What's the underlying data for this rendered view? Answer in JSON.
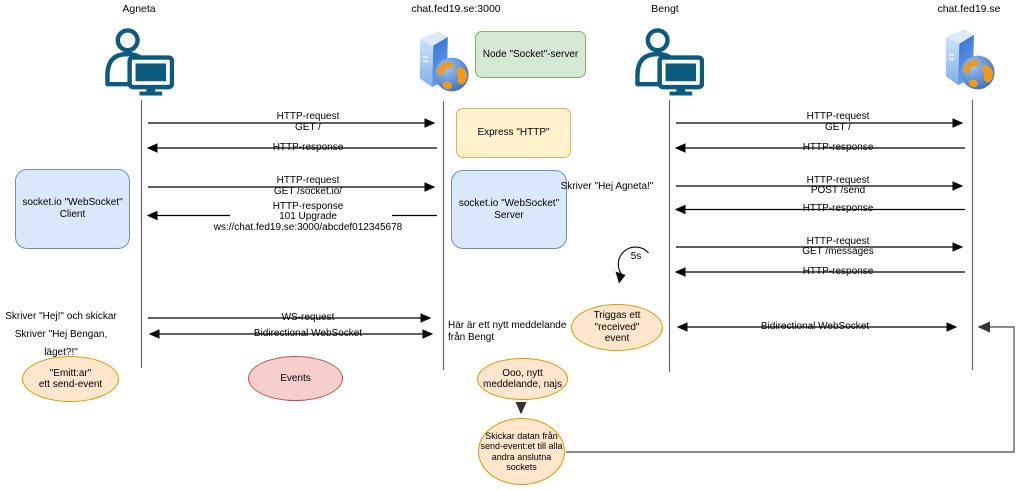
{
  "actors": {
    "a1": "Agneta",
    "a2": "chat.fed19.se:3000",
    "a3": "Bengt",
    "a4": "chat.fed19.se"
  },
  "boxes": {
    "node_server": "Node \"Socket\"-server",
    "express": "Express \"HTTP\"",
    "ws_client": "socket.io \"WebSocket\"\nClient",
    "ws_server": "socket.io \"WebSocket\"\nServer"
  },
  "left_messages": {
    "m1": "HTTP-request\nGET /",
    "m2": "HTTP-response",
    "m3": "HTTP-request\nGET /socket.io/",
    "m4": "HTTP-response\n101 Upgrade\nws://chat.fed19.se:3000/abcdef012345678",
    "m5": "WS-request",
    "m6": "Bidirectional WebSocket"
  },
  "right_messages": {
    "m1": "HTTP-request\nGET /",
    "m2": "HTTP-response",
    "m3": "HTTP-request\nPOST /send",
    "m4": "HTTP-response",
    "m5": "HTTP-request\nGET /messages",
    "m6": "HTTP-response",
    "m7": "Bidirectional WebSocket"
  },
  "notes": {
    "agneta_typing": "Skriver \"Hej!\" och skickar\nSkriver \"Hej Bengan, läget?!\"",
    "bengt_typing": "Skriver \"Hej Agneta!\"",
    "new_message": "Här är ett nytt meddelande\nfrån Bengt",
    "poll_interval": "5s"
  },
  "ellipses": {
    "emit": "\"Emitt:ar\"\nett send-event",
    "events": "Events",
    "received": "Triggas ett \"received\"\nevent",
    "ooo": "Ooo, nytt\nmeddelande, najs",
    "broadcast": "Skickar datan från\nsend-event:et till alla\nandra anslutna\nsockets"
  },
  "icons": {
    "user": "user-at-computer-icon",
    "server": "server-globe-icon",
    "loop": "loop-5s-icon"
  },
  "colors": {
    "green_fill": "#d5e8d4",
    "green_stroke": "#82b366",
    "yellow_fill": "#fff2cc",
    "yellow_stroke": "#d6b656",
    "blue_fill": "#dae8fc",
    "blue_stroke": "#6c8ebf",
    "orange_fill": "#ffe6cc",
    "orange_stroke": "#d79b00",
    "red_fill": "#f8cecc",
    "red_stroke": "#b85450",
    "arrow": "#000000",
    "lifeline": "#666666",
    "user_icon": "#0c5a7d"
  }
}
